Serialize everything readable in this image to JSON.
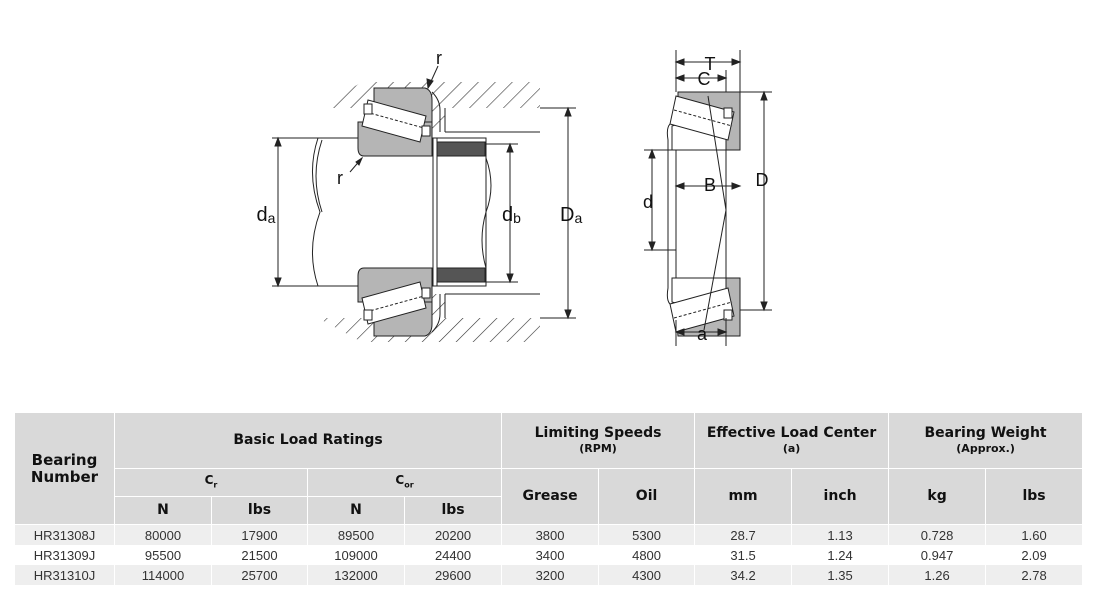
{
  "diagram": {
    "labels": {
      "r_top": "r",
      "r_left": "r",
      "da": "d",
      "da_sub": "a",
      "db": "d",
      "db_sub": "b",
      "Da": "D",
      "Da_sub": "a",
      "T": "T",
      "C": "C",
      "B": "B",
      "D": "D",
      "d": "d",
      "a": "a"
    }
  },
  "table": {
    "headers": {
      "bearing_number": "Bearing Number",
      "basic_load_ratings": "Basic Load Ratings",
      "cr": "C",
      "cr_sub": "r",
      "cor": "C",
      "cor_sub": "or",
      "limiting_speeds": "Limiting Speeds",
      "limiting_speeds_sub": "(RPM)",
      "effective_load_center": "Effective Load Center",
      "effective_load_center_sub": "(a)",
      "bearing_weight": "Bearing Weight",
      "bearing_weight_sub": "(Approx.)",
      "n1": "N",
      "lbs1": "lbs",
      "n2": "N",
      "lbs2": "lbs",
      "grease": "Grease",
      "oil": "Oil",
      "mm": "mm",
      "inch": "inch",
      "kg": "kg",
      "lbs3": "lbs"
    },
    "rows": [
      [
        "HR31308J",
        "80000",
        "17900",
        "89500",
        "20200",
        "3800",
        "5300",
        "28.7",
        "1.13",
        "0.728",
        "1.60"
      ],
      [
        "HR31309J",
        "95500",
        "21500",
        "109000",
        "24400",
        "3400",
        "4800",
        "31.5",
        "1.24",
        "0.947",
        "2.09"
      ],
      [
        "HR31310J",
        "114000",
        "25700",
        "132000",
        "29600",
        "3200",
        "4300",
        "34.2",
        "1.35",
        "1.26",
        "2.78"
      ]
    ]
  }
}
